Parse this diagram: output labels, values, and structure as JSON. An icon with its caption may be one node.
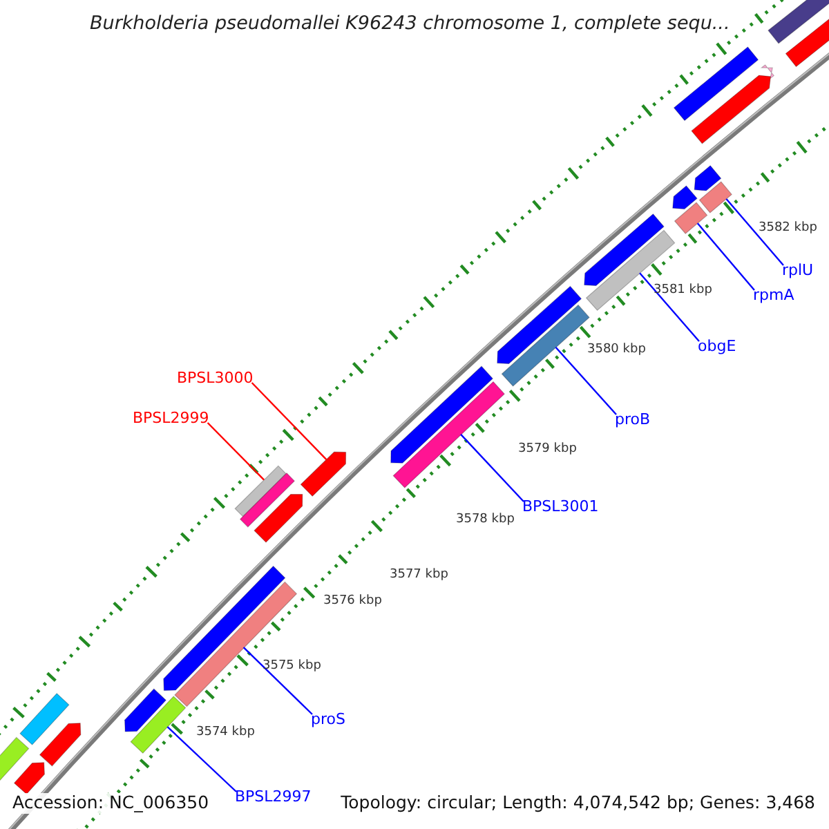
{
  "diagram": {
    "title": "Burkholderia pseudomallei K96243 chromosome 1, complete sequ...",
    "nodes": [
      {
        "text": [
          "rplU"
        ]
      },
      {
        "text": [],
        "shape": "bar"
      },
      {
        "text": [
          "rpmA"
        ]
      },
      {
        "text": [],
        "shape": "bar"
      },
      {
        "text": [
          "obgE"
        ]
      },
      {
        "text": [],
        "shape": "bar"
      },
      {
        "text": [
          "proB"
        ]
      },
      {
        "text": [],
        "shape": "bar"
      },
      {
        "text": [
          "BPSL3001"
        ]
      },
      {
        "text": [],
        "shape": "bar"
      },
      {
        "text": [
          "BPSL3000"
        ]
      },
      {
        "text": [],
        "shape": "bar"
      },
      {
        "text": [
          "BPSL2999"
        ]
      },
      {
        "text": [],
        "shape": "bar"
      },
      {
        "text": [
          "proS"
        ]
      },
      {
        "text": [],
        "shape": "bar"
      },
      {
        "text": [
          "BPSL2997"
        ]
      },
      {
        "text": [],
        "shape": "bar"
      },
      {
        "text": [],
        "shape": "bar"
      },
      {
        "text": [],
        "shape": "bar"
      },
      {
        "text": [],
        "shape": "bar"
      },
      {
        "text": [],
        "shape": "bar"
      },
      {
        "text": [],
        "shape": "bar"
      },
      {
        "text": [],
        "shape": "bar"
      },
      {
        "text": [],
        "shape": "bar"
      },
      {
        "text": [],
        "shape": "bar"
      },
      {
        "text": [],
        "shape": "bar"
      },
      {
        "text": [],
        "shape": "bar"
      },
      {
        "text": [],
        "shape": "bar"
      },
      {
        "text": [],
        "shape": "bar"
      },
      {
        "text": [],
        "shape": "bar"
      },
      {
        "text": [],
        "shape": "bar"
      },
      {
        "text": [],
        "shape": "bar"
      },
      {
        "text": [],
        "shape": "bar"
      },
      {
        "text": [],
        "shape": "bar"
      },
      {
        "text": [],
        "shape": "bar"
      }
    ],
    "edges": [
      {
        "from": 0,
        "to": 1,
        "arrow": "none"
      },
      {
        "from": 2,
        "to": 3,
        "arrow": "none"
      },
      {
        "from": 4,
        "to": 5,
        "arrow": "none"
      },
      {
        "from": 6,
        "to": 7,
        "arrow": "none"
      },
      {
        "from": 8,
        "to": 9,
        "arrow": "none"
      },
      {
        "from": 10,
        "to": 11,
        "arrow": "none",
        "color": "#ff0000"
      },
      {
        "from": 12,
        "to": 13,
        "arrow": "none",
        "color": "#ff0000"
      },
      {
        "from": 14,
        "to": 15,
        "arrow": "none"
      },
      {
        "from": 16,
        "to": 17,
        "arrow": "none"
      }
    ],
    "labels": [
      "3582 kbp",
      "3581 kbp",
      "3580 kbp",
      "3579 kbp",
      "3578 kbp",
      "3577 kbp",
      "3576 kbp",
      "3575 kbp",
      "3574 kbp",
      "Accession: NC_006350",
      "Topology: circular; Length: 4,074,542 bp; Genes: 3,468"
    ]
  }
}
